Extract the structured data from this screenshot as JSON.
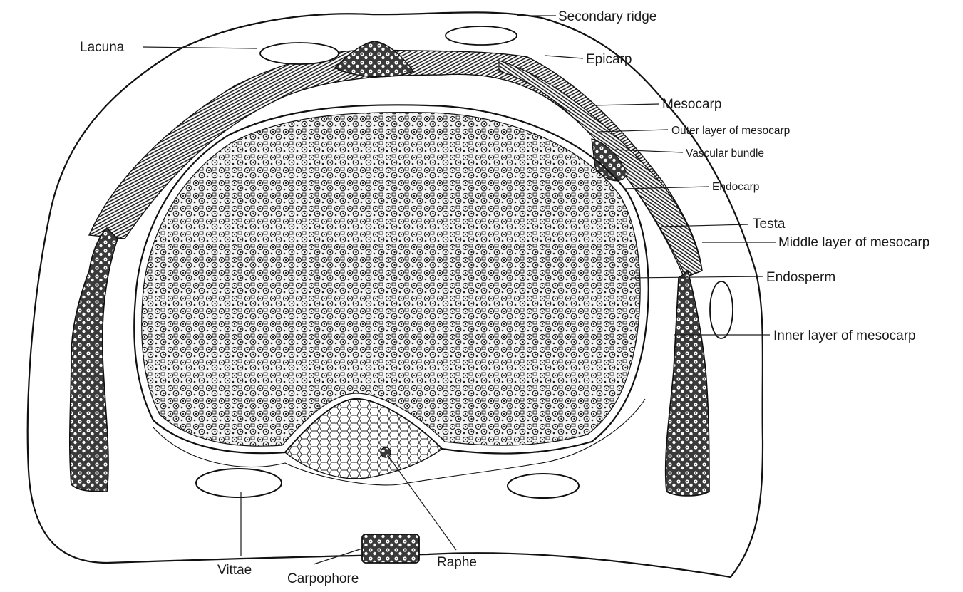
{
  "diagram": {
    "labels": {
      "secondary_ridge": "Secondary ridge",
      "lacuna": "Lacuna",
      "epicarp": "Epicarp",
      "mesocarp": "Mesocarp",
      "outer_layer_mesocarp": "Outer layer of mesocarp",
      "vascular_bundle": "Vascular bundle",
      "endocarp": "Endocarp",
      "testa": "Testa",
      "middle_layer_mesocarp": "Middle layer of mesocarp",
      "endosperm": "Endosperm",
      "inner_layer_mesocarp": "Inner layer of mesocarp",
      "vittae": "Vittae",
      "carpophore": "Carpophore",
      "raphe": "Raphe"
    },
    "colors": {
      "ink": "#111111",
      "background": "#ffffff",
      "dense_tissue": "#2a2a2a"
    }
  }
}
